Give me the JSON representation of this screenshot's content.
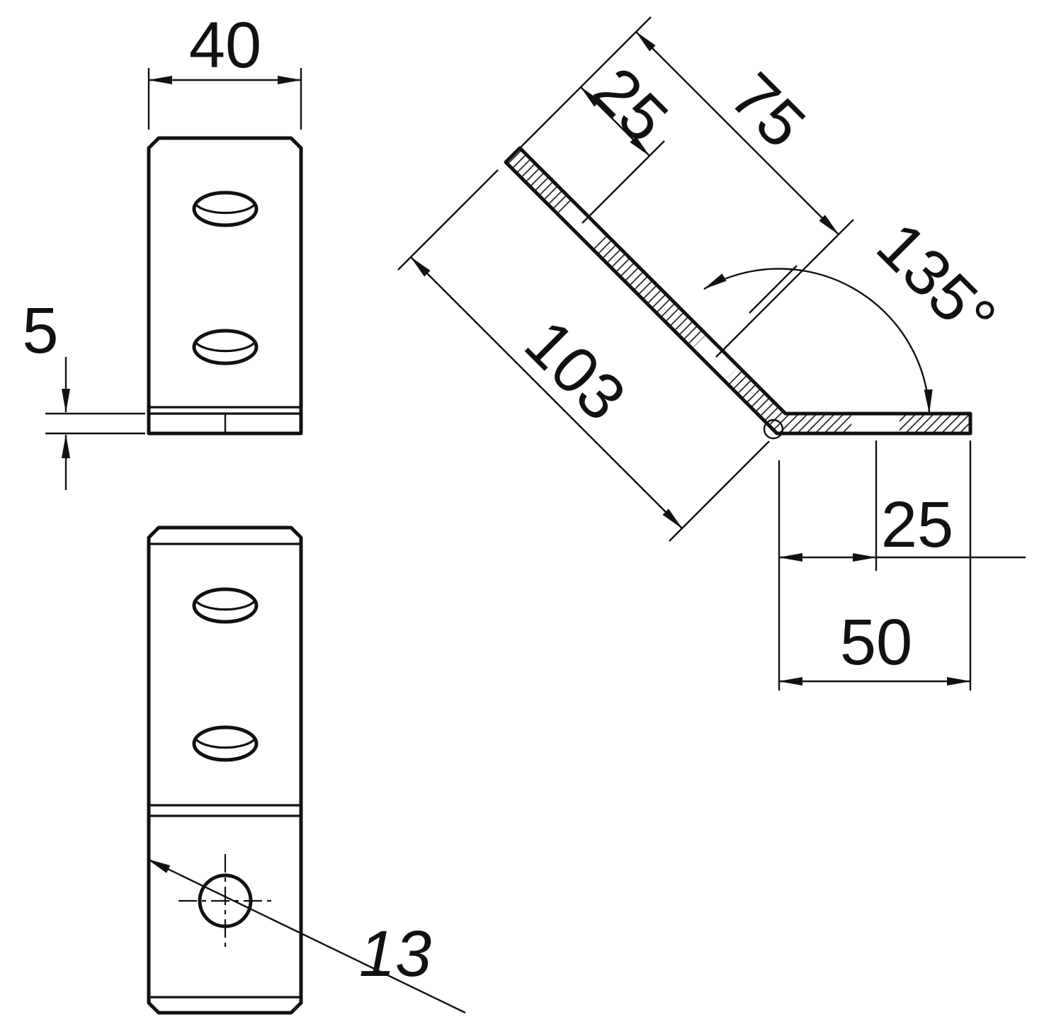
{
  "colors": {
    "line": "#111111",
    "background": "#ffffff"
  },
  "drawing": {
    "front_view": {
      "width": "40",
      "thickness": "5"
    },
    "bottom_view": {
      "hole_diameter": "13"
    },
    "side_view": {
      "slot1_offset": "25",
      "slot2_offset": "75",
      "leg_length": "103",
      "bend_angle": "135°",
      "hole_offset": "25",
      "base_length": "50"
    }
  }
}
